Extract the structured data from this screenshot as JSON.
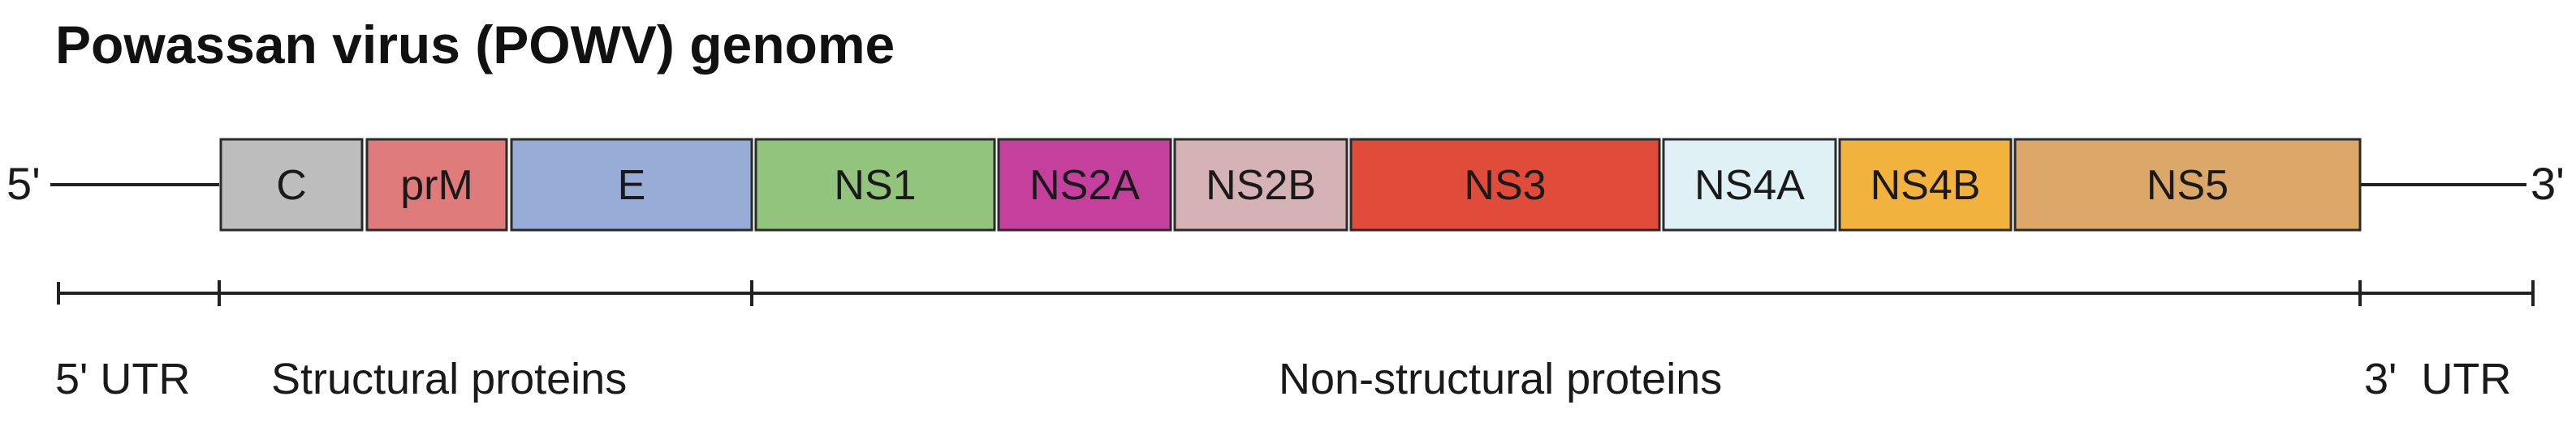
{
  "title": "Powassan virus (POWV) genome",
  "five_prime_label": "5'",
  "three_prime_label": "3'",
  "genes": [
    {
      "id": "C",
      "label": "C",
      "color": "#bdbdbd"
    },
    {
      "id": "prM",
      "label": "prM",
      "color": "#e07b7b"
    },
    {
      "id": "E",
      "label": "E",
      "color": "#97add7"
    },
    {
      "id": "NS1",
      "label": "NS1",
      "color": "#93c47d"
    },
    {
      "id": "NS2A",
      "label": "NS2A",
      "color": "#c4409c"
    },
    {
      "id": "NS2B",
      "label": "NS2B",
      "color": "#d5b2b6"
    },
    {
      "id": "NS3",
      "label": "NS3",
      "color": "#e04b3a"
    },
    {
      "id": "NS4A",
      "label": "NS4A",
      "color": "#dff1f4"
    },
    {
      "id": "NS4B",
      "label": "NS4B",
      "color": "#f2b23e"
    },
    {
      "id": "NS5",
      "label": "NS5",
      "color": "#dca86a"
    }
  ],
  "regions": {
    "utr5": "5' UTR",
    "structural": "Structural proteins",
    "nonstructural": "Non-structural proteins",
    "utr3": "3'  UTR"
  }
}
